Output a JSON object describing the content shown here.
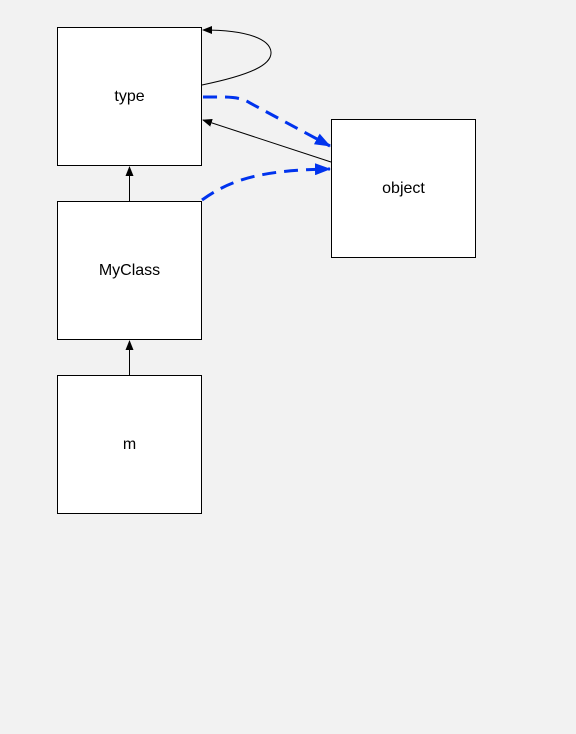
{
  "nodes": {
    "type": "type",
    "myclass": "MyClass",
    "m": "m",
    "object": "object"
  },
  "colors": {
    "background": "#f2f2f2",
    "node_fill": "#ffffff",
    "edge": "#000000",
    "dashed_edge": "#0033ee"
  },
  "edges": [
    {
      "from": "m",
      "to": "MyClass",
      "style": "solid"
    },
    {
      "from": "MyClass",
      "to": "type",
      "style": "solid"
    },
    {
      "from": "type",
      "to": "type",
      "style": "solid"
    },
    {
      "from": "object",
      "to": "type",
      "style": "solid"
    },
    {
      "from": "type",
      "to": "object",
      "style": "dashed"
    },
    {
      "from": "MyClass",
      "to": "object",
      "style": "dashed"
    }
  ]
}
